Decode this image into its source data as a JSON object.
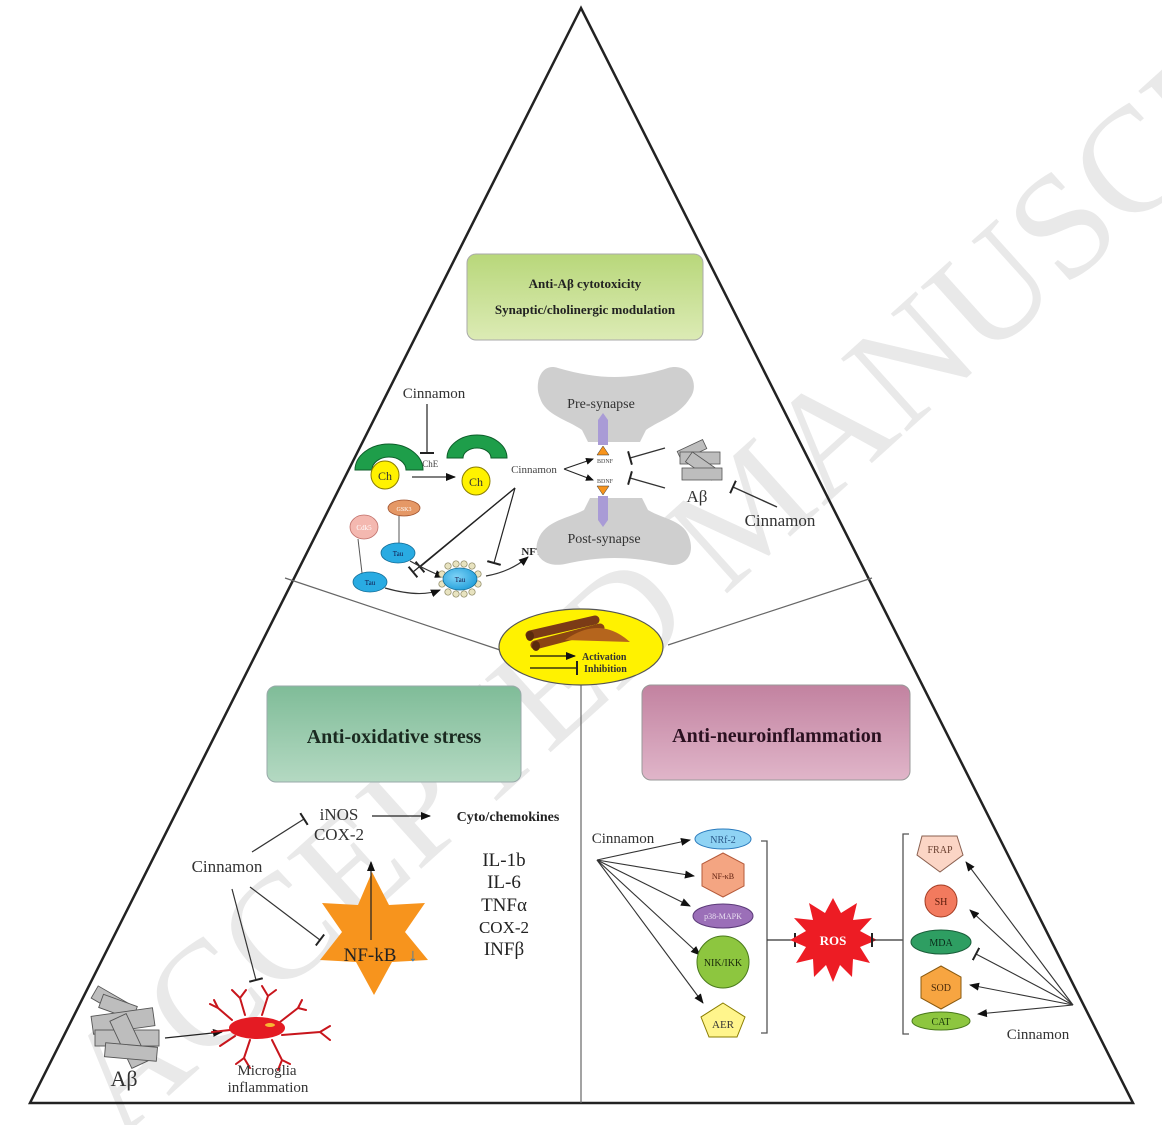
{
  "watermark": "ACCEPTED MANUSCRIPT",
  "colors": {
    "outline": "#222222",
    "divider": "#666666",
    "box_top": "#c9df8e",
    "box_left": "#8fc4a4",
    "box_right": "#c48ba6",
    "center": "#fff200",
    "nfkb_star": "#f7941d",
    "ros_star": "#ed1c24",
    "synapse": "#cfcfcf",
    "bdnf_bar": "#a99bd6",
    "ache": "#1e9e4a",
    "choline": "#fff200",
    "tau": "#29abe2",
    "gsk3": "#e59866",
    "cdk5": "#f4b8b0",
    "nrf2": "#8fd3f4",
    "nfkb_hex": "#f4a582",
    "p38": "#9b6fb8",
    "nik": "#8dc63f",
    "aer": "#fff58c",
    "frap": "#fbd5c5",
    "sh": "#f27a5e",
    "mda": "#2e9e62",
    "sod": "#f7a541",
    "cat": "#8dc63f",
    "microglia": "#e41b23",
    "abeta": "#c0c0c0"
  },
  "top_section": {
    "title_line1": "Anti-Aβ cytotoxicity",
    "title_line2": "Synaptic/cholinergic modulation",
    "cinnamon_ache": "Cinnamon",
    "ache": "AChE",
    "choline": "Ch",
    "cinnamon_center": "Cinnamon",
    "gsk3": "GSK3",
    "cdk5": "Cdk5",
    "tau": "Tau",
    "nfts": "NFTs",
    "pre_synapse": "Pre-synapse",
    "post_synapse": "Post-synapse",
    "bdnf": "BDNF",
    "abeta": "Aβ",
    "cinnamon_abeta": "Cinnamon"
  },
  "center": {
    "activation": "Activation",
    "inhibition": "Inhibition"
  },
  "left_section": {
    "title": "Anti-oxidative stress",
    "inos": "iNOS",
    "cox2": "COX-2",
    "cyto": "Cyto/chemokines",
    "cinnamon": "Cinnamon",
    "nfkb": "NF-kB",
    "down_arrow": "↓",
    "cytokines": [
      "IL-1b",
      "IL-6",
      "TNFα",
      "COX-2",
      "INFβ"
    ],
    "abeta": "Aβ",
    "microglia_line1": "Microglia",
    "microglia_line2": "inflammation"
  },
  "right_section": {
    "title": "Anti-neuroinflammation",
    "cinnamon_left": "Cinnamon",
    "targets": [
      "NRf-2",
      "NF-κB",
      "p38-MAPK",
      "NIK/IKK",
      "AER"
    ],
    "ros": "ROS",
    "markers": [
      "FRAP",
      "SH",
      "MDA",
      "SOD",
      "CAT"
    ],
    "cinnamon_right": "Cinnamon"
  }
}
